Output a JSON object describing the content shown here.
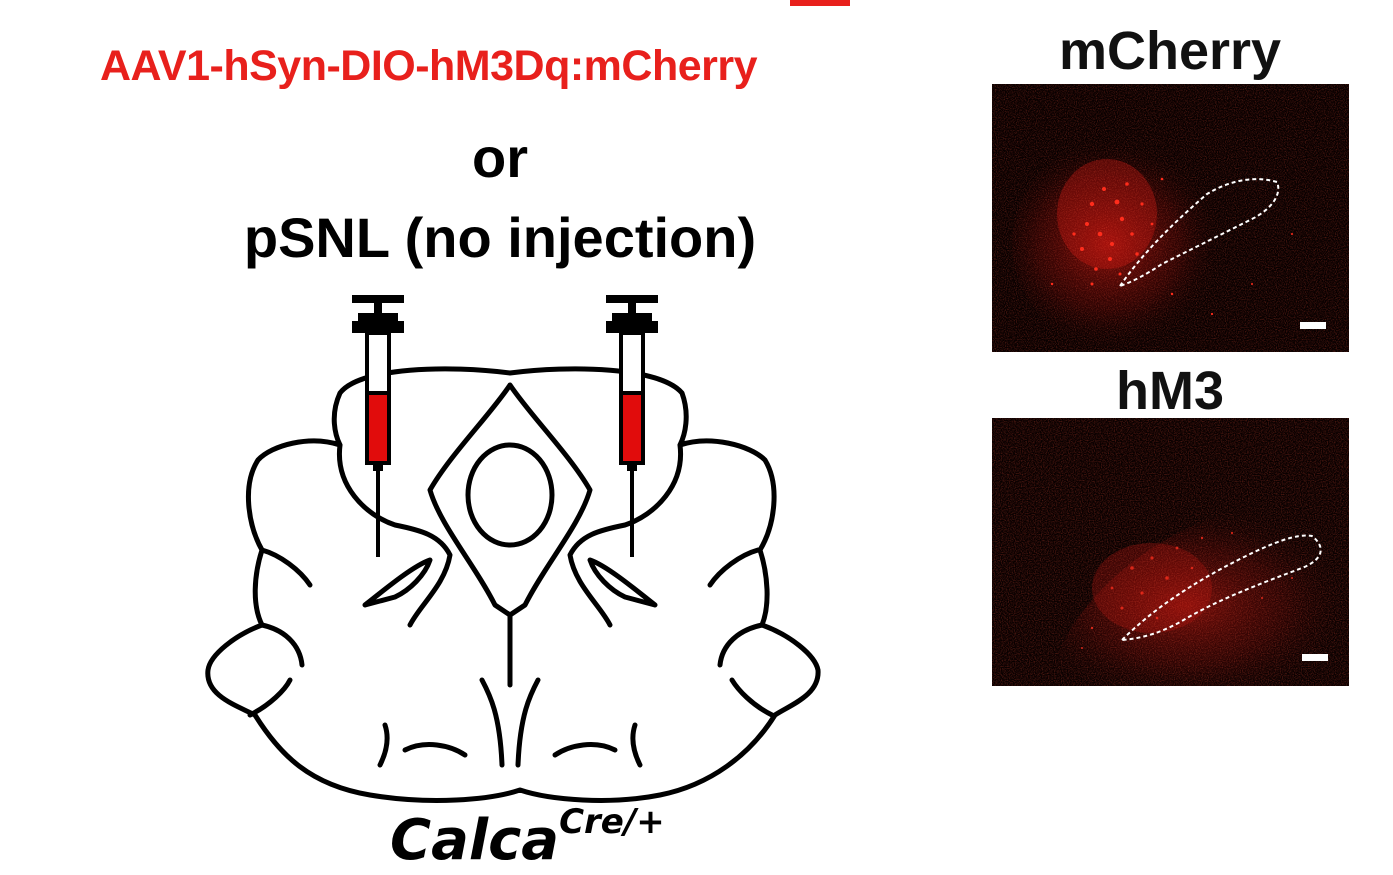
{
  "virus_label": "AAV1-hSyn-DIO-hM3Dq:mCherry",
  "connector": "or",
  "alternative": "pSNL (no injection)",
  "genotype": {
    "base": "Calca",
    "superscript": "Cre/+"
  },
  "panels": [
    {
      "title": "mCherry"
    },
    {
      "title": "hM3"
    }
  ],
  "colors": {
    "virus_red": "#e8201c",
    "fluorescence": "#ff2a1a",
    "panel_bg": "#080000"
  }
}
